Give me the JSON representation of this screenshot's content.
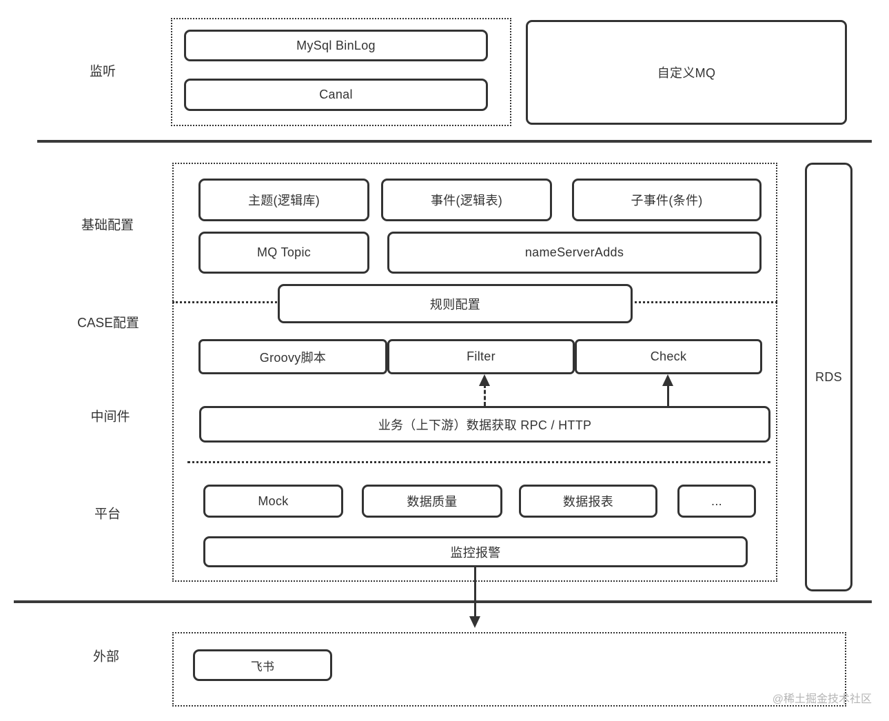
{
  "labels": {
    "listen": "监听",
    "base_config": "基础配置",
    "case_config": "CASE配置",
    "middleware": "中间件",
    "platform": "平台",
    "external": "外部"
  },
  "nodes": {
    "mysql_binlog": "MySql BinLog",
    "canal": "Canal",
    "custom_mq": "自定义MQ",
    "topic": "主题(逻辑库)",
    "event": "事件(逻辑表)",
    "sub_event": "子事件(条件)",
    "mq_topic": "MQ Topic",
    "name_server_adds": "nameServerAdds",
    "rule_config": "规则配置",
    "groovy_script": "Groovy脚本",
    "filter": "Filter",
    "check": "Check",
    "business_data": "业务（上下游）数据获取 RPC / HTTP",
    "mock": "Mock",
    "data_quality": "数据质量",
    "data_report": "数据报表",
    "more": "...",
    "monitor_alert": "监控报警",
    "rds": "RDS",
    "feishu": "飞书"
  },
  "watermark": "@稀土掘金技术社区",
  "colors": {
    "stroke": "#333333",
    "text": "#333333",
    "separator": "#3a3a3a",
    "watermark": "#b5b5b5",
    "background": "#ffffff"
  }
}
